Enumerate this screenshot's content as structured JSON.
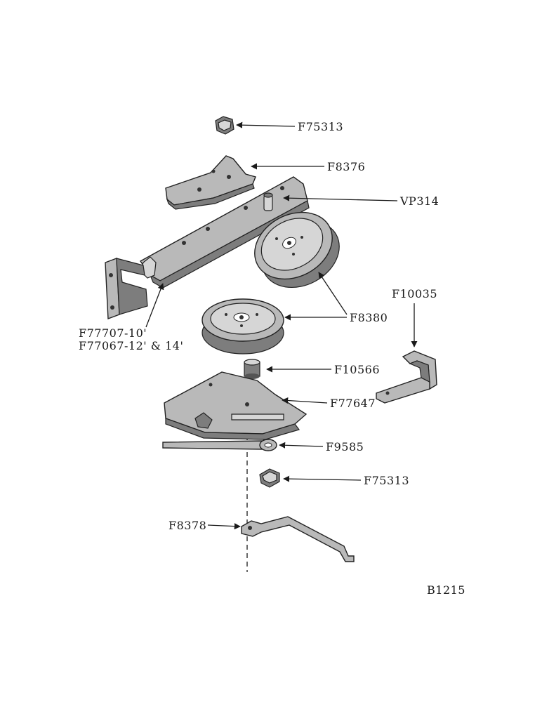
{
  "drawing_id": "B1215",
  "callouts": {
    "top_block": "F75313",
    "bracket_plate": "F8376",
    "pin": "VP314",
    "channel_arm_line1": "F77707-10'",
    "channel_arm_line2": "F77067-12' & 14'",
    "pulleys": "F8380",
    "hook_bracket": "F10035",
    "spacer": "F10566",
    "base_plate": "F77647",
    "rod": "F9585",
    "lower_block": "F75313",
    "bent_bar": "F8378"
  }
}
